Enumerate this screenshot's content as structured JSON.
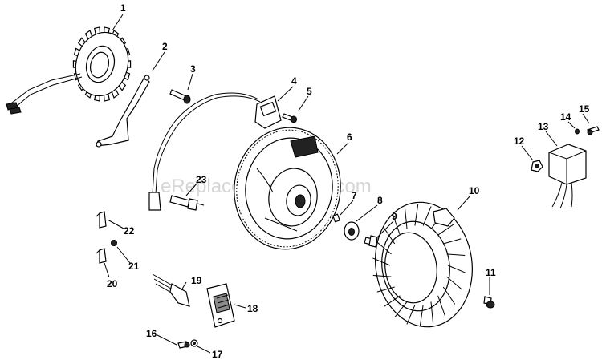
{
  "watermark": "eReplacementParts.com",
  "callouts": [
    {
      "id": "callout-1",
      "label": "1"
    },
    {
      "id": "callout-2",
      "label": "2"
    },
    {
      "id": "callout-3",
      "label": "3"
    },
    {
      "id": "callout-4",
      "label": "4"
    },
    {
      "id": "callout-5",
      "label": "5"
    },
    {
      "id": "callout-6",
      "label": "6"
    },
    {
      "id": "callout-7",
      "label": "7"
    },
    {
      "id": "callout-8",
      "label": "8"
    },
    {
      "id": "callout-9",
      "label": "9"
    },
    {
      "id": "callout-10",
      "label": "10"
    },
    {
      "id": "callout-11",
      "label": "11"
    },
    {
      "id": "callout-12",
      "label": "12"
    },
    {
      "id": "callout-13",
      "label": "13"
    },
    {
      "id": "callout-14",
      "label": "14"
    },
    {
      "id": "callout-15",
      "label": "15"
    },
    {
      "id": "callout-16",
      "label": "16"
    },
    {
      "id": "callout-17",
      "label": "17"
    },
    {
      "id": "callout-18",
      "label": "18"
    },
    {
      "id": "callout-19",
      "label": "19"
    },
    {
      "id": "callout-20",
      "label": "20"
    },
    {
      "id": "callout-21",
      "label": "21"
    },
    {
      "id": "callout-22",
      "label": "22"
    },
    {
      "id": "callout-23",
      "label": "23"
    }
  ]
}
